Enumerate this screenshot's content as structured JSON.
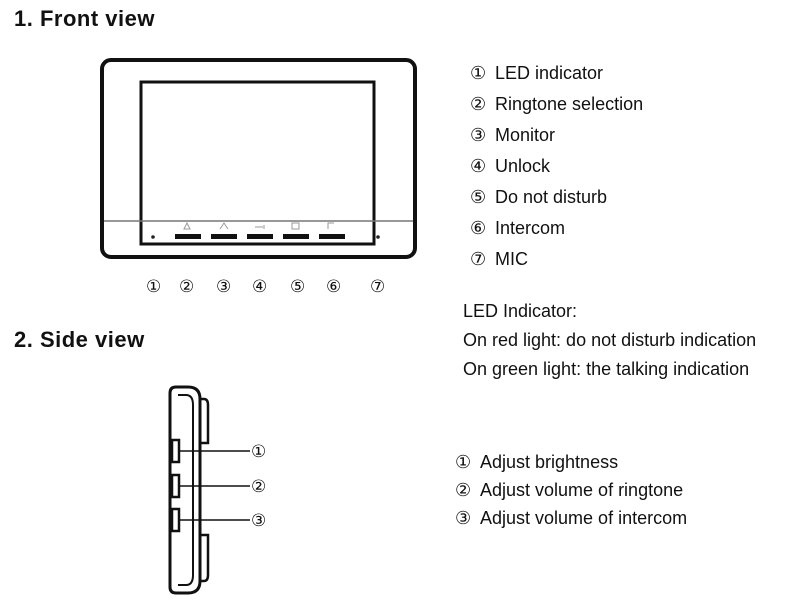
{
  "front_view": {
    "heading": "1. Front view",
    "callouts": [
      "①",
      "②",
      "③",
      "④",
      "⑤",
      "⑥",
      "⑦"
    ],
    "legend": [
      {
        "num": "①",
        "label": "LED indicator"
      },
      {
        "num": "②",
        "label": "Ringtone selection"
      },
      {
        "num": "③",
        "label": "Monitor"
      },
      {
        "num": "④",
        "label": "Unlock"
      },
      {
        "num": "⑤",
        "label": "Do not disturb"
      },
      {
        "num": "⑥",
        "label": "Intercom"
      },
      {
        "num": "⑦",
        "label": "MIC"
      }
    ]
  },
  "led_note": {
    "title": "LED Indicator:",
    "lines": [
      "On red light: do not disturb indication",
      "On green light: the talking indication"
    ]
  },
  "side_view": {
    "heading": "2. Side view",
    "callouts": [
      "①",
      "②",
      "③"
    ],
    "legend": [
      {
        "num": "①",
        "label": "Adjust brightness"
      },
      {
        "num": "②",
        "label": "Adjust volume of ringtone"
      },
      {
        "num": "③",
        "label": "Adjust volume of intercom"
      }
    ]
  }
}
